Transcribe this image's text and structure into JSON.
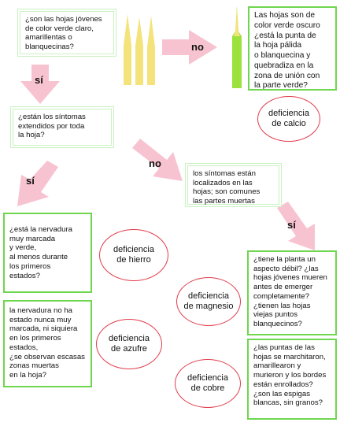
{
  "colors": {
    "arrow": "#f8c3d1",
    "ellipse_border": "#e03c4a",
    "box_border_light": "#c9f2c0",
    "box_border_strong": "#6fd64f",
    "leaf_yellow": "#f4e37a",
    "leaf_bright_green": "#9be23d",
    "leaf_dark_green": "#3dbf3a"
  },
  "nodes": {
    "q_young_leaves": "¿son las hojas jóvenes\nde color verde claro,\namarillentas o\nblanquecinas?",
    "q_dark_green": "Las hojas son de\ncolor verde oscuro\n¿está la punta de\nla hoja pálida\no blanquecina y\nquebradiza en la\nzona de unión con\nla parte verde?",
    "d_calcio": "deficiencia\nde calcio",
    "q_symptoms_whole": "¿están los síntomas\nextendidos por toda\nla hoja?",
    "q_localized": "los síntomas están\nlocalizados en las\nhojas; son comunes\nlas partes muertas",
    "q_nervadura_marked": "¿está la nervadura\nmuy marcada\ny verde,\nal menos durante\nlos primeros\nestados?",
    "d_hierro": "deficiencia\nde hierro",
    "q_weak_plant": "¿tiene la planta un\naspecto débil? ¿las\nhojas jóvenes mueren\nantes de emerger\ncompletamente?\n¿tienen las hojas\nviejas puntos\nblanquecinos?",
    "d_magnesio": "deficiencia\nde magnesio",
    "q_nervadura_not": "la nervadura no ha\nestado nunca muy\nmarcada, ni siquiera\nen los primeros\nestados,\n¿se observan escasas\nzonas muertas\nen la hoja?",
    "d_azufre": "deficiencia\nde azufre",
    "q_tips_withered": "¿las puntas de las\nhojas se marchitaron,\namarillearon y\nmurieron y los bordes\nestán enrollados?\n¿son las espigas\nblancas, sin granos?",
    "d_cobre": "deficiencia\nde cobre"
  },
  "arrows": {
    "no_1": "no",
    "si_1": "sí",
    "no_2": "no",
    "si_2": "sí",
    "si_3": "sí"
  },
  "leaves": [
    "leaf_yellow",
    "leaf_yellow",
    "leaf_yellow",
    "leaf_bright_green"
  ]
}
